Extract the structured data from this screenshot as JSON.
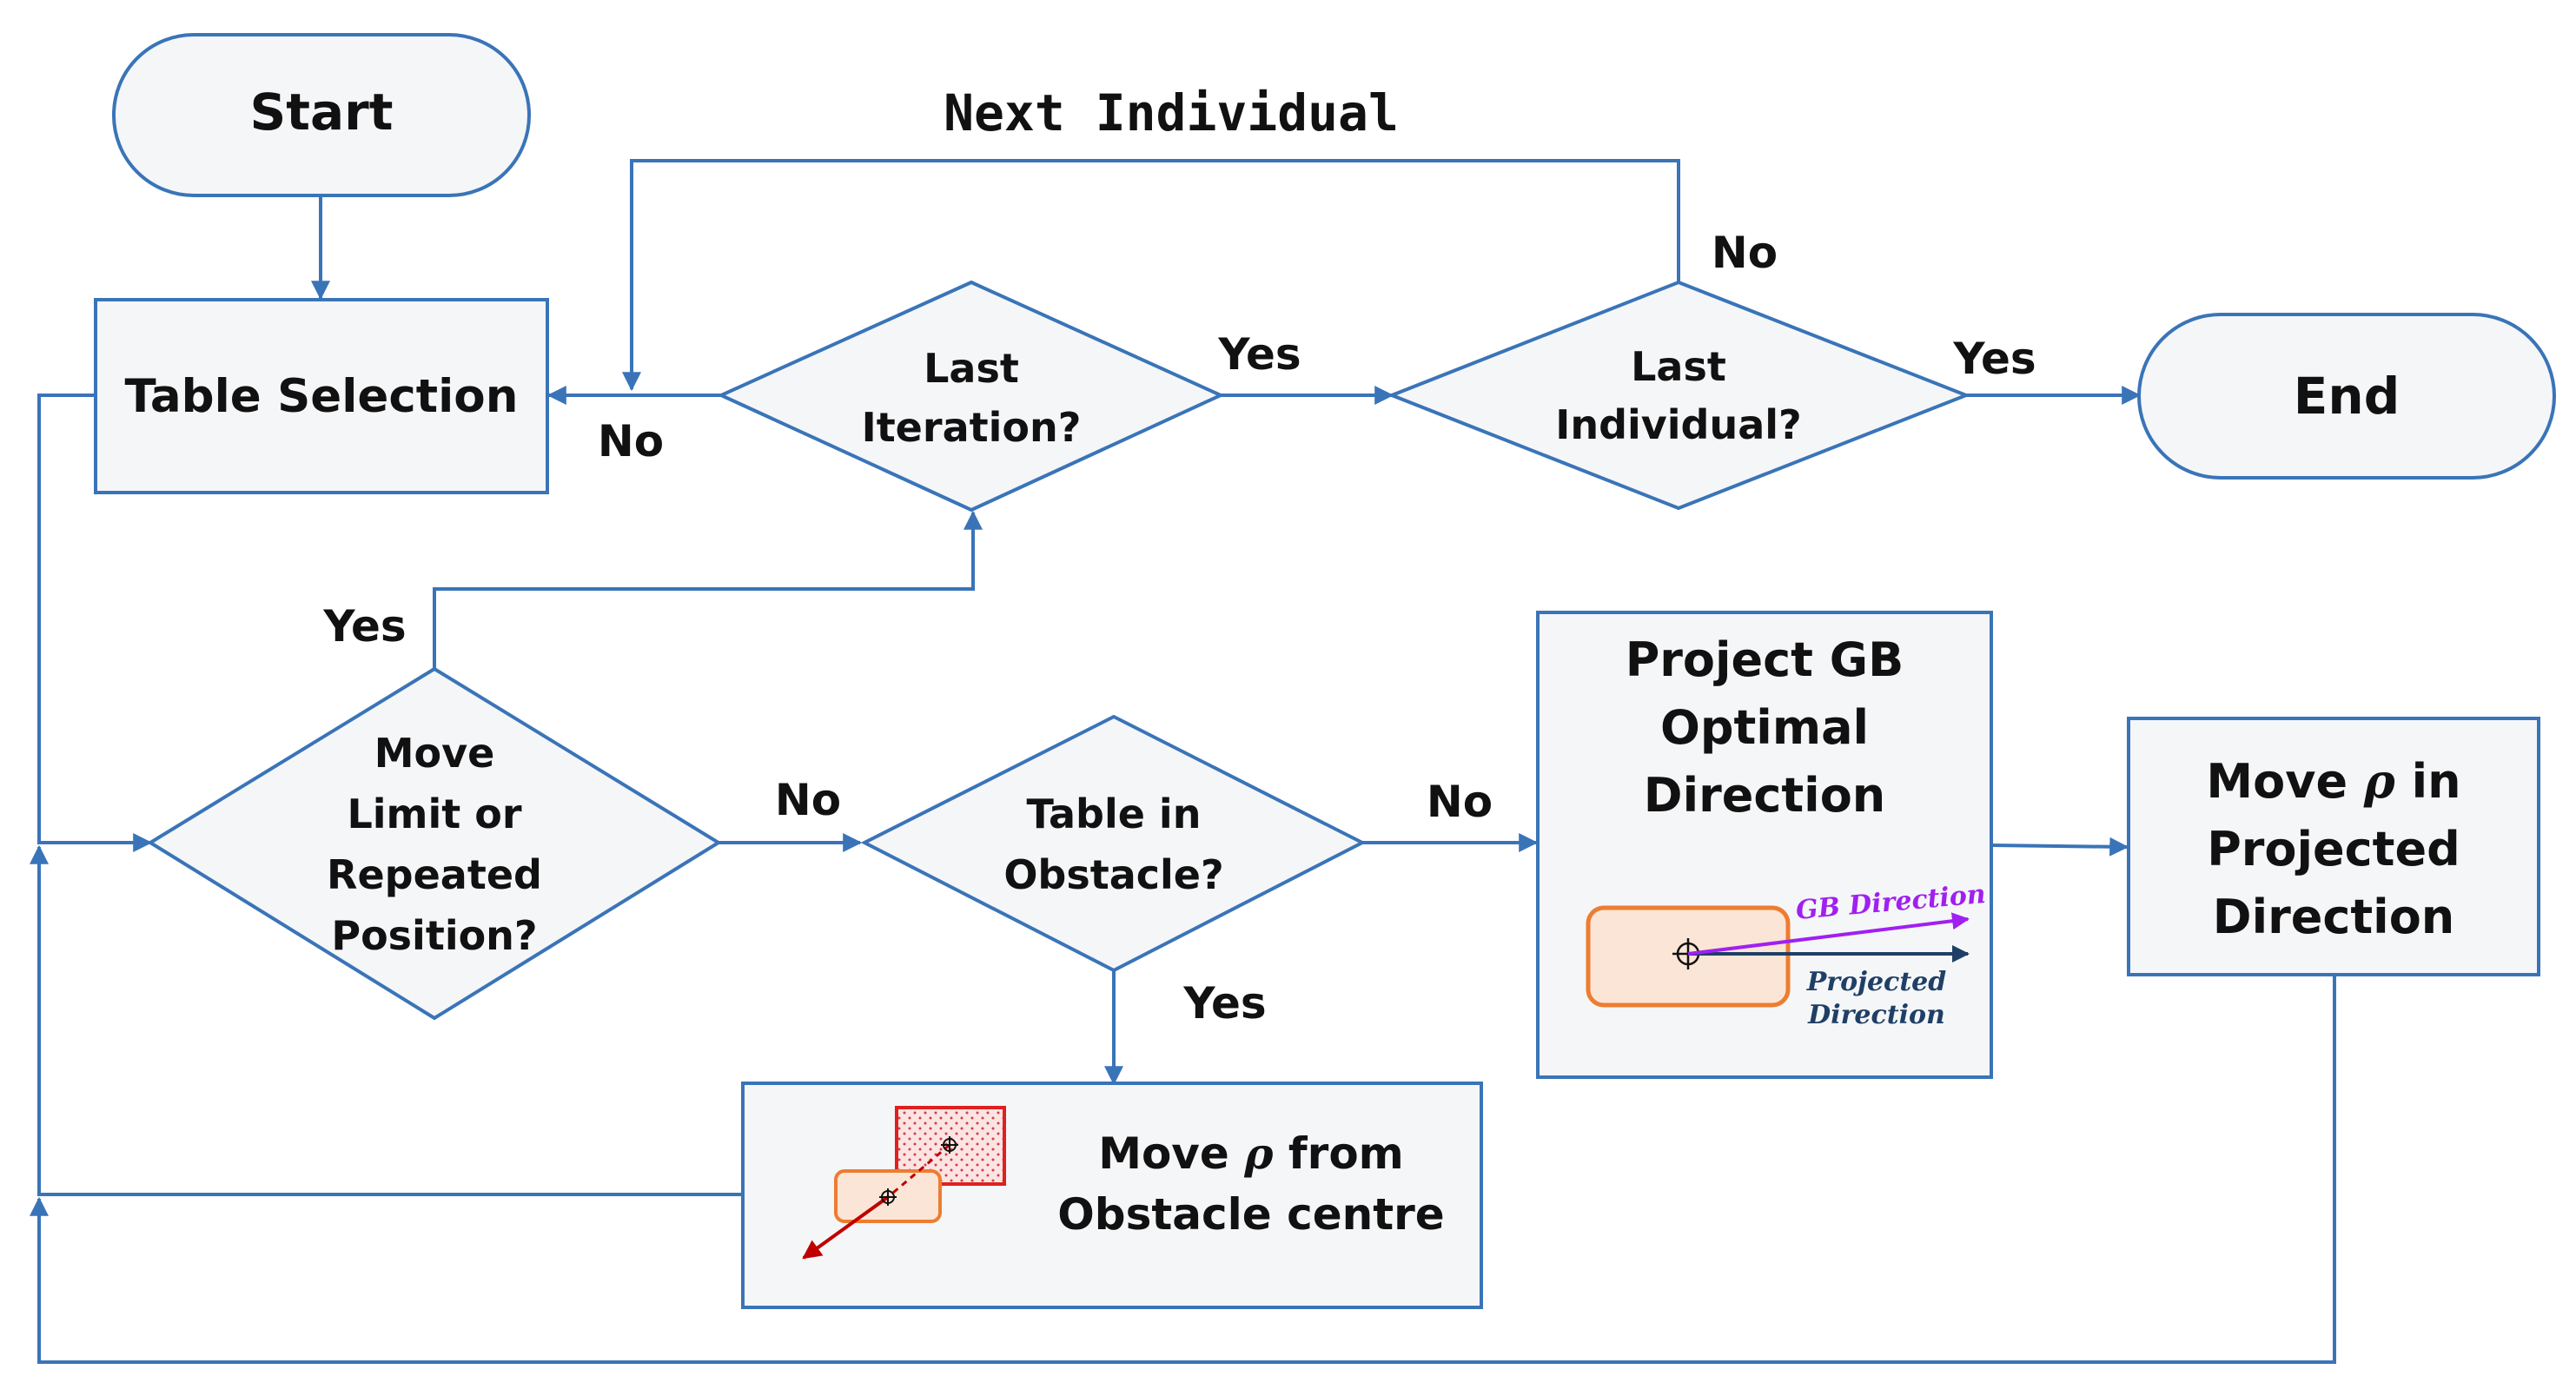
{
  "nodes": {
    "start": "Start",
    "end": "End",
    "table_selection": "Table Selection",
    "last_iteration": [
      "Last",
      "Iteration?"
    ],
    "last_individual": [
      "Last",
      "Individual?"
    ],
    "move_limit": [
      "Move",
      "Limit or",
      "Repeated",
      "Position?"
    ],
    "table_in_obstacle": [
      "Table in",
      "Obstacle?"
    ],
    "project_gb": [
      "Project GB",
      "Optimal",
      "Direction"
    ],
    "move_projected": {
      "line1_before": "Move ",
      "line1_symbol": "ρ",
      "line1_after": " in",
      "line2": "Projected",
      "line3": "Direction"
    },
    "move_from_obstacle": {
      "line1_before": "Move ",
      "line1_symbol": "ρ",
      "line1_after": " from",
      "line2": "Obstacle centre"
    }
  },
  "edge_labels": {
    "next_individual": "Next Individual",
    "no_last_iteration": "No",
    "yes_last_iteration": "Yes",
    "no_last_individual": "No",
    "yes_last_individual": "Yes",
    "yes_move_limit": "Yes",
    "no_move_limit": "No",
    "no_table_in_obstacle": "No",
    "yes_table_in_obstacle": "Yes"
  },
  "inset_labels": {
    "gb_direction": "GB Direction",
    "projected_direction": [
      "Projected",
      "Direction"
    ]
  },
  "colors": {
    "line": "#3a74b8",
    "node_fill": "#f5f6f8",
    "node_stroke": "#3a74b8",
    "gb_direction": "#a020f0",
    "projected_direction": "#1f3f66",
    "obstacle_orange": "#ed7d31",
    "obstacle_fill": "#fbe5d6",
    "obstacle_red": "#e02020",
    "arrow_red": "#c00000"
  }
}
